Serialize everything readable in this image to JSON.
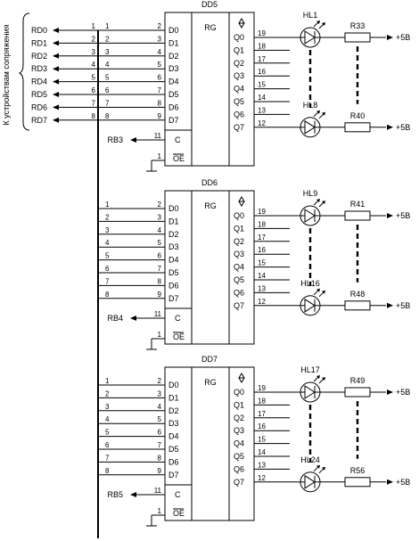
{
  "side_label": "К устройствам сопряжения",
  "rd_outputs": [
    "RD0",
    "RD1",
    "RD2",
    "RD3",
    "RD4",
    "RD5",
    "RD6",
    "RD7"
  ],
  "data_inputs": [
    "D0",
    "D1",
    "D2",
    "D3",
    "D4",
    "D5",
    "D6",
    "D7"
  ],
  "q_outputs": [
    "Q0",
    "Q1",
    "Q2",
    "Q3",
    "Q4",
    "Q5",
    "Q6",
    "Q7"
  ],
  "left_pins": [
    "2",
    "3",
    "4",
    "5",
    "6",
    "7",
    "8",
    "9"
  ],
  "right_pins": [
    "19",
    "18",
    "17",
    "16",
    "15",
    "14",
    "13",
    "12"
  ],
  "bus_numbers": [
    "1",
    "2",
    "3",
    "4",
    "5",
    "6",
    "7",
    "8"
  ],
  "rd_wire_numbers": [
    "1",
    "2",
    "3",
    "4",
    "5",
    "6",
    "7",
    "8"
  ],
  "chip_type": "RG",
  "clock_label": "C",
  "oe_label": "OE",
  "clock_pin": "11",
  "oe_pin": "1",
  "supply": "+5В",
  "chips": [
    {
      "name": "DD5",
      "strobe": "RB3",
      "led_top": "HL1",
      "led_bottom": "HL8",
      "res_top": "R33",
      "res_bottom": "R40"
    },
    {
      "name": "DD6",
      "strobe": "RB4",
      "led_top": "HL9",
      "led_bottom": "HL16",
      "res_top": "R41",
      "res_bottom": "R48"
    },
    {
      "name": "DD7",
      "strobe": "RB5",
      "led_top": "HL17",
      "led_bottom": "HL24",
      "res_top": "R49",
      "res_bottom": "R56"
    }
  ]
}
